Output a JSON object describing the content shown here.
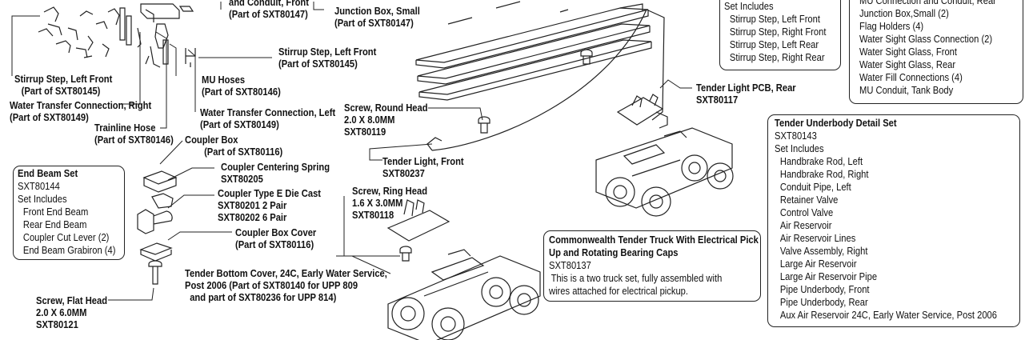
{
  "labels": {
    "conduit_front": [
      "and Conduit, Front",
      "(Part of SXT80147)"
    ],
    "junction_box_small": [
      "Junction Box, Small",
      "(Part of SXT80147)"
    ],
    "stirrup_step_left_front_top": [
      "Stirrup Step, Left Front",
      "(Part of SXT80145)"
    ],
    "stirrup_step_left_front_left": [
      "Stirrup Step, Left Front",
      "(Part of SXT80145)"
    ],
    "water_transfer_right": [
      "Water Transfer Connection, Right",
      "(Part of SXT80149)"
    ],
    "mu_hoses": [
      "MU Hoses",
      "(Part of SXT80146)"
    ],
    "water_transfer_left": [
      "Water Transfer Connection, Left",
      "(Part of SXT80149)"
    ],
    "trainline_hose": [
      "Trainline Hose",
      "(Part of SXT80146)"
    ],
    "coupler_box": [
      "Coupler Box",
      "(Part of SXT80116)"
    ],
    "coupler_centering_spring": [
      "Coupler Centering Spring",
      "SXT80205"
    ],
    "coupler_type_e": [
      "Coupler Type E Die Cast",
      "SXT80201   2 Pair",
      "SXT80202  6 Pair"
    ],
    "coupler_box_cover": [
      "Coupler Box Cover",
      "(Part of SXT80116)"
    ],
    "screw_flat_head": [
      "Screw, Flat Head",
      "2.0 X 6.0MM",
      "SXT80121"
    ],
    "tender_bottom_cover": [
      "Tender Bottom Cover, 24C, Early Water Service,",
      "Post 2006 (Part of SXT80140 for UPP 809",
      "  and part of SXT80236 for UPP 814)"
    ],
    "screw_round_head": [
      "Screw, Round Head",
      "2.0 X 8.0MM",
      "SXT80119"
    ],
    "tender_light_front": [
      "Tender Light, Front",
      "SXT80237"
    ],
    "screw_ring_head": [
      "Screw, Ring Head",
      "1.6 X 3.0MM",
      "SXT80118"
    ],
    "tender_light_pcb_rear": [
      "Tender Light PCB, Rear",
      "SXT80117"
    ]
  },
  "end_beam_set": {
    "title": "End Beam Set",
    "part": "SXT80144",
    "includes_label": "Set Includes",
    "items": [
      "Front End Beam",
      "Rear End Beam",
      "Coupler Cut Lever (2)",
      "End Beam Grabiron (4)"
    ]
  },
  "stirrup_set": {
    "includes_label": "Set Includes",
    "items": [
      "Stirrup Step, Left Front",
      "Stirrup Step, Right Front",
      "Stirrup Step, Left Rear",
      "Stirrup Step, Right Rear"
    ]
  },
  "conduit_set": {
    "items": [
      "MU Connection and Conduit, Rear",
      "Junction Box,Small (2)",
      "Flag Holders (4)",
      "Water Sight Glass Connection (2)",
      "Water Sight Glass, Front",
      "Water Sight Glass, Rear",
      "Water Fill Connections (4)",
      "MU Conduit, Tank Body"
    ]
  },
  "underbody_set": {
    "title": "Tender Underbody Detail Set",
    "part": "SXT80143",
    "includes_label": "Set Includes",
    "items": [
      "Handbrake Rod, Left",
      "Handbrake Rod, Right",
      "Conduit Pipe, Left",
      "Retainer Valve",
      "Control Valve",
      "Air Reservoir",
      "Air Reservoir Lines",
      "Valve Assembly, Right",
      "Large Air Reservoir",
      "Large Air Reservoir Pipe",
      "Pipe Underbody, Front",
      "Pipe Underbody, Rear",
      "Aux Air Reservoir 24C, Early Water Service, Post 2006"
    ]
  },
  "truck_set": {
    "title_lines": [
      "Commonwealth Tender Truck With Electrical Pick",
      "Up and Rotating Bearing Caps"
    ],
    "part": "SXT80137",
    "desc": [
      "This is a two truck set, fully assembled with",
      "wires attached for electrical pickup."
    ]
  }
}
